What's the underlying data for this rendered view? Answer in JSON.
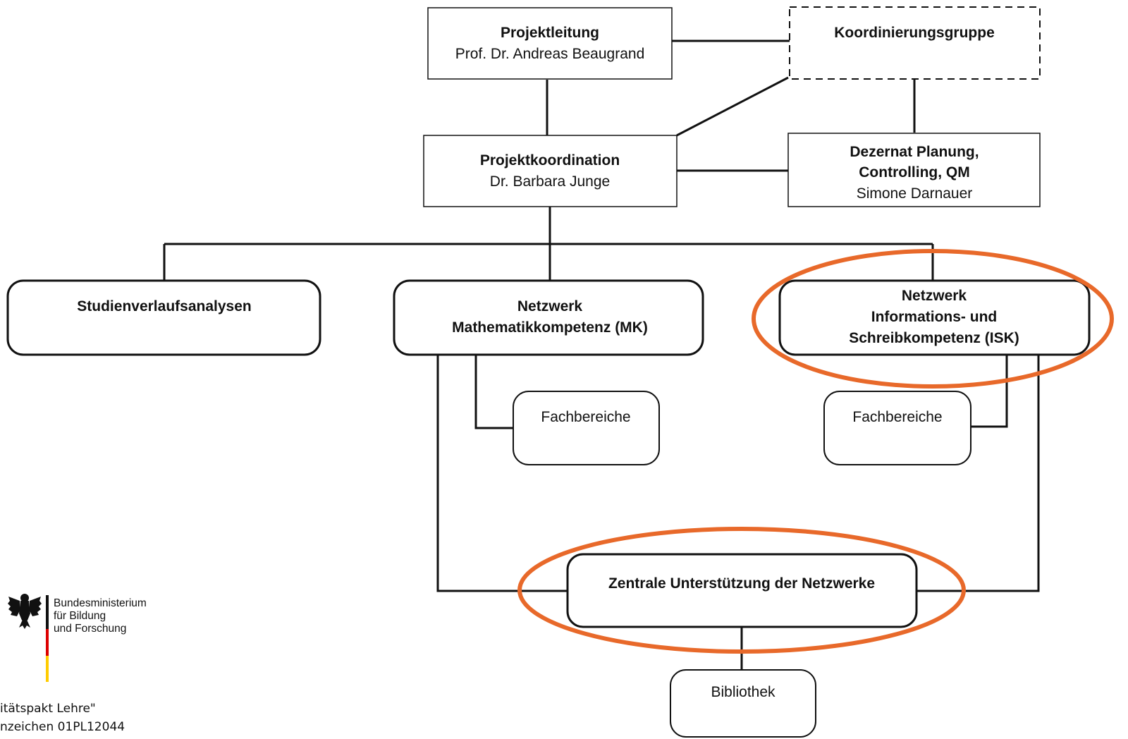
{
  "nodes": {
    "projektleitung": {
      "title": "Projektleitung",
      "subtitle": "Prof. Dr. Andreas Beaugrand"
    },
    "koordinierungsgruppe": {
      "title": "Koordinierungsgruppe"
    },
    "projektkoordination": {
      "title": "Projektkoordination",
      "subtitle": "Dr. Barbara Junge"
    },
    "dezernat": {
      "title_line1": "Dezernat Planung,",
      "title_line2": "Controlling, QM",
      "subtitle": "Simone Darnauer"
    },
    "studienverlauf": {
      "title": "Studienverlaufsanalysen"
    },
    "netzwerk_mk": {
      "title_line1": "Netzwerk",
      "title_line2": "Mathematikkompetenz (MK)"
    },
    "netzwerk_isk": {
      "title_line1": "Netzwerk",
      "title_line2": "Informations- und",
      "title_line3": "Schreibkompetenz (ISK)"
    },
    "fachbereiche_mk": {
      "label": "Fachbereiche"
    },
    "fachbereiche_isk": {
      "label": "Fachbereiche"
    },
    "zentrale": {
      "title": "Zentrale Unterstützung der Netzwerke"
    },
    "bibliothek": {
      "label": "Bibliothek"
    }
  },
  "logo": {
    "line1": "Bundesministerium",
    "line2": "für Bildung",
    "line3": "und Forschung"
  },
  "footer": {
    "line1": "itätspakt Lehre\"",
    "line2": "nzeichen 01PL12044"
  },
  "colors": {
    "line": "#111111",
    "highlight": "#e8692a",
    "flag_black": "#111111",
    "flag_red": "#dd0000",
    "flag_gold": "#ffcc00"
  }
}
